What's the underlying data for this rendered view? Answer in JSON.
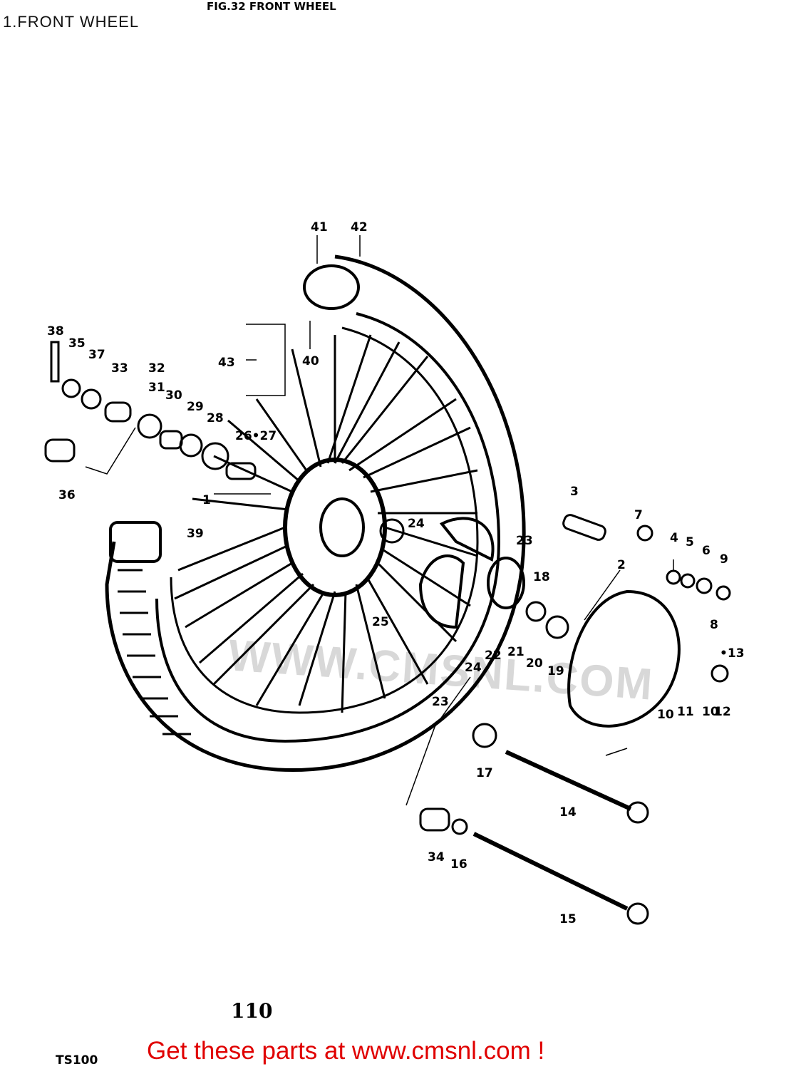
{
  "header": {
    "title": "1.FRONT WHEEL",
    "figure_title": "FIG.32 FRONT WHEEL"
  },
  "watermark": "WWW.CMSNL.COM",
  "page_number": "110",
  "model": "TS100",
  "footer": {
    "text": "Get these parts at www.cmsnl.com !",
    "color": "#e00000"
  },
  "callouts": [
    "41",
    "42",
    "38",
    "35",
    "37",
    "33",
    "32",
    "31",
    "30",
    "29",
    "28",
    "26•27",
    "43",
    "40",
    "1",
    "36",
    "39",
    "3",
    "7",
    "2",
    "4",
    "5",
    "6",
    "9",
    "8",
    "24",
    "23",
    "18",
    "25",
    "22",
    "21",
    "20",
    "19",
    "24",
    "23",
    "•13",
    "10",
    "11",
    "10",
    "12",
    "17",
    "14",
    "34",
    "16",
    "15"
  ]
}
